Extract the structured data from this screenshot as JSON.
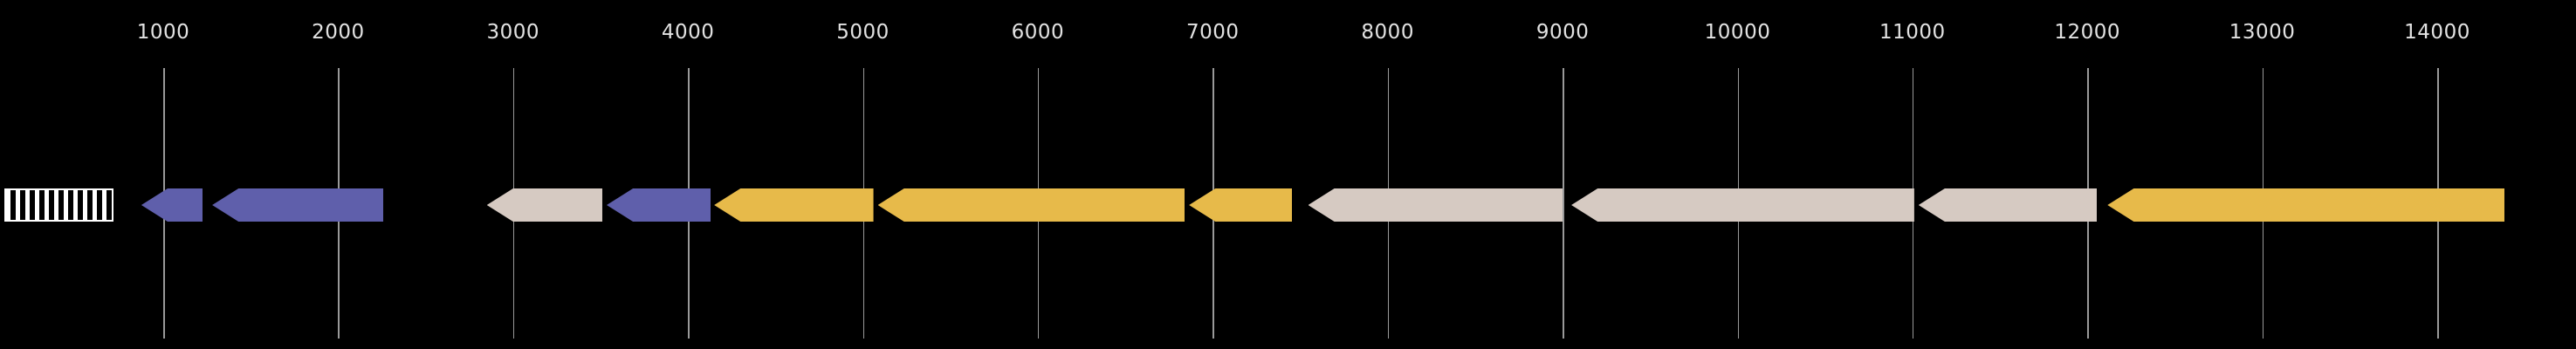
{
  "figure": {
    "type": "genome-feature-map",
    "background_color": "#000000",
    "axis": {
      "tick_values": [
        1000,
        2000,
        3000,
        4000,
        5000,
        6000,
        7000,
        8000,
        9000,
        10000,
        11000,
        12000,
        13000,
        14000
      ],
      "unit": "bp",
      "range_bp": [
        0,
        14700
      ],
      "tick_label_color": "#e2e2e2",
      "gridline_color": "#b4b4b4"
    },
    "palette": {
      "purple": "#5f5fab",
      "gold": "#e7ba4a",
      "tan": "#d6cac2",
      "hatch_foreground": "#000000",
      "hatch_background": "#ffffff"
    },
    "arrow_head_bp": 150,
    "features": [
      {
        "id": "feature-1",
        "start": 90,
        "end": 715,
        "strand": 0,
        "style": "hatched",
        "color": null
      },
      {
        "id": "feature-2",
        "start": 875,
        "end": 1225,
        "strand": -1,
        "style": "arrow",
        "color": "purple"
      },
      {
        "id": "feature-3",
        "start": 1280,
        "end": 2260,
        "strand": -1,
        "style": "arrow",
        "color": "purple"
      },
      {
        "id": "feature-4",
        "start": 2850,
        "end": 3510,
        "strand": -1,
        "style": "arrow",
        "color": "tan"
      },
      {
        "id": "feature-5",
        "start": 3535,
        "end": 4130,
        "strand": -1,
        "style": "arrow",
        "color": "purple"
      },
      {
        "id": "feature-6",
        "start": 4150,
        "end": 5060,
        "strand": -1,
        "style": "arrow",
        "color": "gold"
      },
      {
        "id": "feature-7",
        "start": 5085,
        "end": 6840,
        "strand": -1,
        "style": "arrow",
        "color": "gold"
      },
      {
        "id": "feature-8",
        "start": 6865,
        "end": 7455,
        "strand": -1,
        "style": "arrow",
        "color": "gold"
      },
      {
        "id": "feature-9",
        "start": 7545,
        "end": 9000,
        "strand": -1,
        "style": "arrow",
        "color": "tan"
      },
      {
        "id": "feature-10",
        "start": 9050,
        "end": 11010,
        "strand": -1,
        "style": "arrow",
        "color": "tan"
      },
      {
        "id": "feature-11",
        "start": 11035,
        "end": 12055,
        "strand": -1,
        "style": "arrow",
        "color": "tan"
      },
      {
        "id": "feature-12",
        "start": 12115,
        "end": 14385,
        "strand": -1,
        "style": "arrow",
        "color": "gold"
      }
    ]
  }
}
